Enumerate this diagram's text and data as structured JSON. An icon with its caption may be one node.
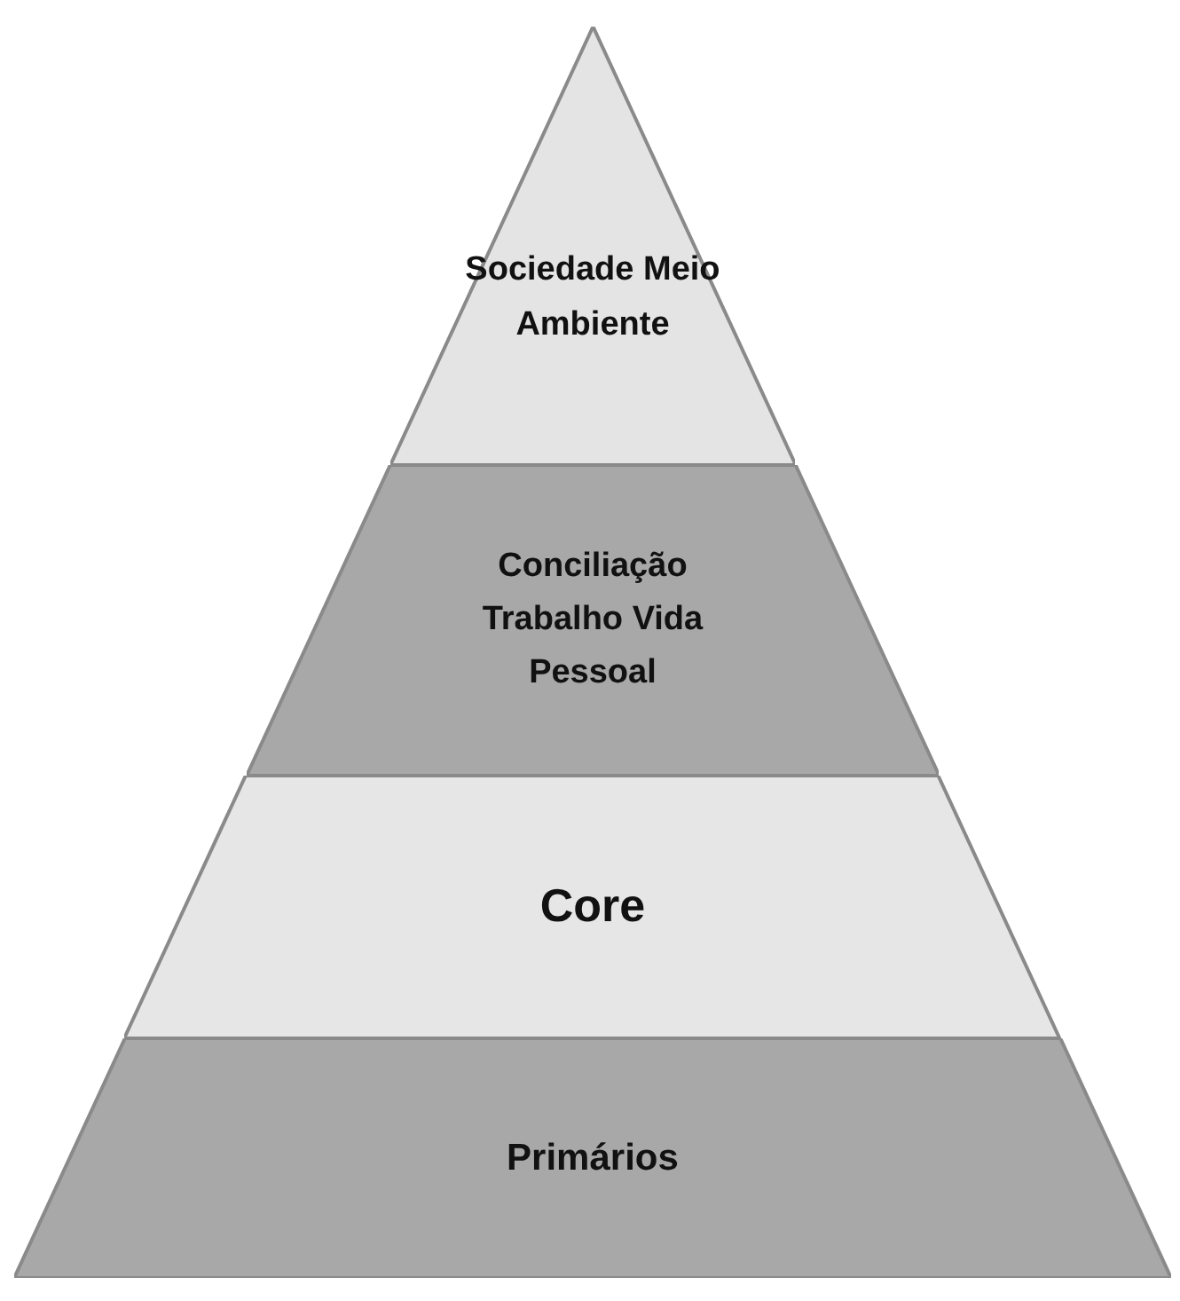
{
  "diagram": {
    "nodes": [
      {
        "text": [
          "Sociedade Meio Ambiente"
        ]
      },
      {
        "text": [
          "Conciliação Trabalho Vida Pessoal"
        ]
      },
      {
        "text": [
          "Core"
        ]
      },
      {
        "text": [
          "Primários"
        ]
      }
    ]
  }
}
